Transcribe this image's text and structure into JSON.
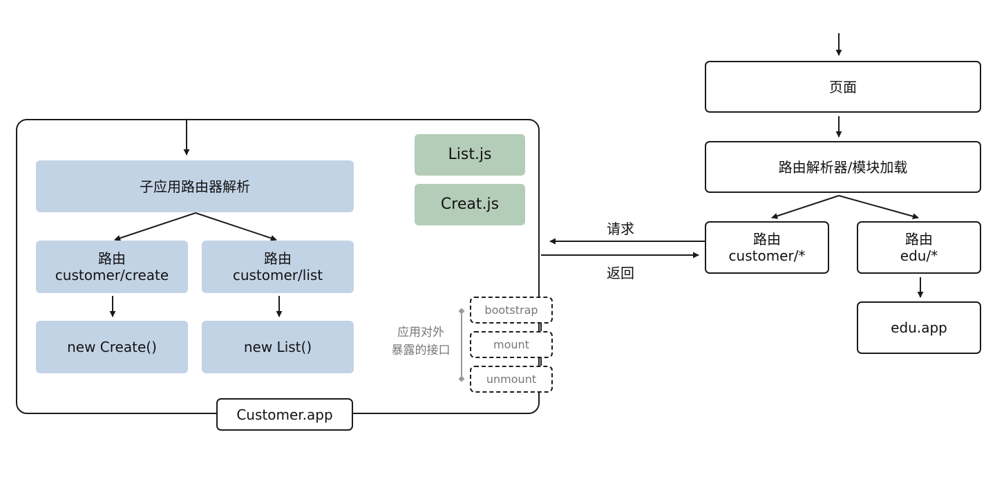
{
  "customer_app": {
    "name": "Customer.app",
    "router": "子应用路由器解析",
    "routes": [
      {
        "title": "路由",
        "path": "customer/create",
        "action": "new Create()"
      },
      {
        "title": "路由",
        "path": "customer/list",
        "action": "new List()"
      }
    ],
    "modules": [
      "List.js",
      "Creat.js"
    ],
    "lifecycle_label_line1": "应用对外",
    "lifecycle_label_line2": "暴露的接口",
    "lifecycle": [
      "bootstrap",
      "mount",
      "unmount"
    ]
  },
  "main_app": {
    "page": "页面",
    "loader": "路由解析器/模块加载",
    "routes": [
      {
        "title": "路由",
        "path": "customer/*"
      },
      {
        "title": "路由",
        "path": "edu/*"
      }
    ],
    "edu_app": "edu.app"
  },
  "connections": {
    "request": "请求",
    "response": "返回"
  }
}
